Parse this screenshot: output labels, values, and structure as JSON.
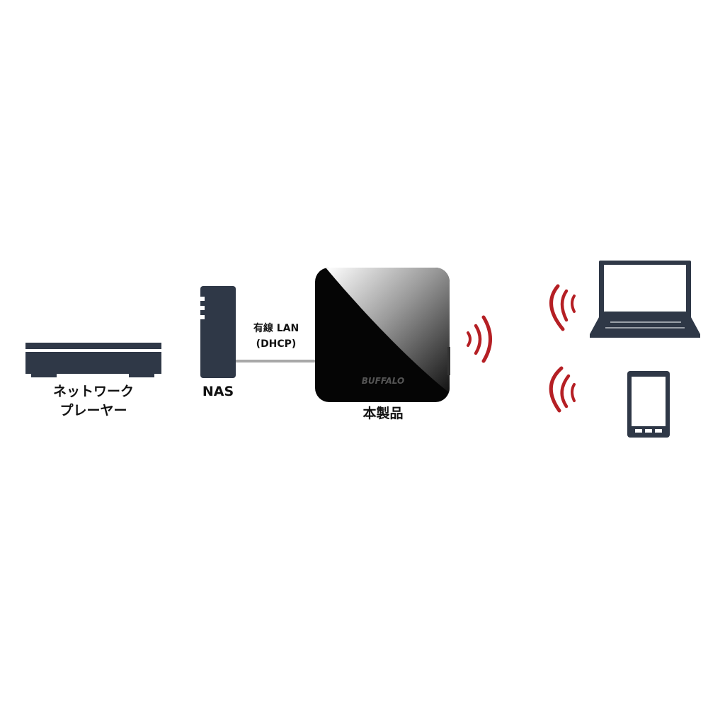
{
  "labels": {
    "network_player_line1": "ネットワーク",
    "network_player_line2": "プレーヤー",
    "nas": "NAS",
    "wired_lan_line1": "有線 LAN",
    "wired_lan_line2": "(DHCP)",
    "product": "本製品",
    "brand_logo": "BUFFALO"
  },
  "colors": {
    "device": "#2f3847",
    "wave": "#b51f24",
    "cable": "#a8a8a8",
    "router": "#050505"
  }
}
